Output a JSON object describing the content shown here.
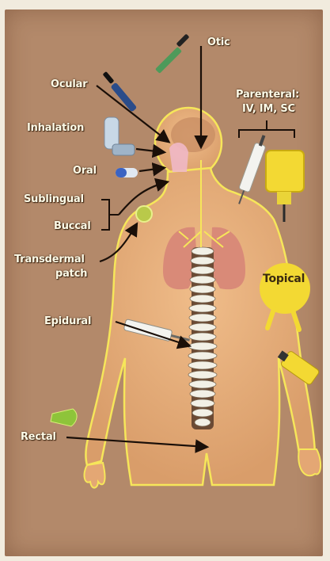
{
  "labels": {
    "otic": "Otic",
    "ocular": "Ocular",
    "parenteral_line1": "Parenteral:",
    "parenteral_line2": "IV, IM, SC",
    "inhalation": "Inhalation",
    "oral": "Oral",
    "sublingual": "Sublingual",
    "buccal": "Buccal",
    "transdermal_line1": "Transdermal",
    "transdermal_line2": "patch",
    "topical": "Topical",
    "epidural": "Epidural",
    "rectal": "Rectal"
  },
  "colors": {
    "background": "#b3896a",
    "body": "#e7b07e",
    "body_outline": "#f6e65a",
    "lungs": "#d98a78",
    "spine": "#f2f0e6",
    "arrow": "#1a0f08",
    "topical_blob": "#f3d933",
    "iv_bag": "#f3d933",
    "label_text": "#fdfbe8"
  }
}
